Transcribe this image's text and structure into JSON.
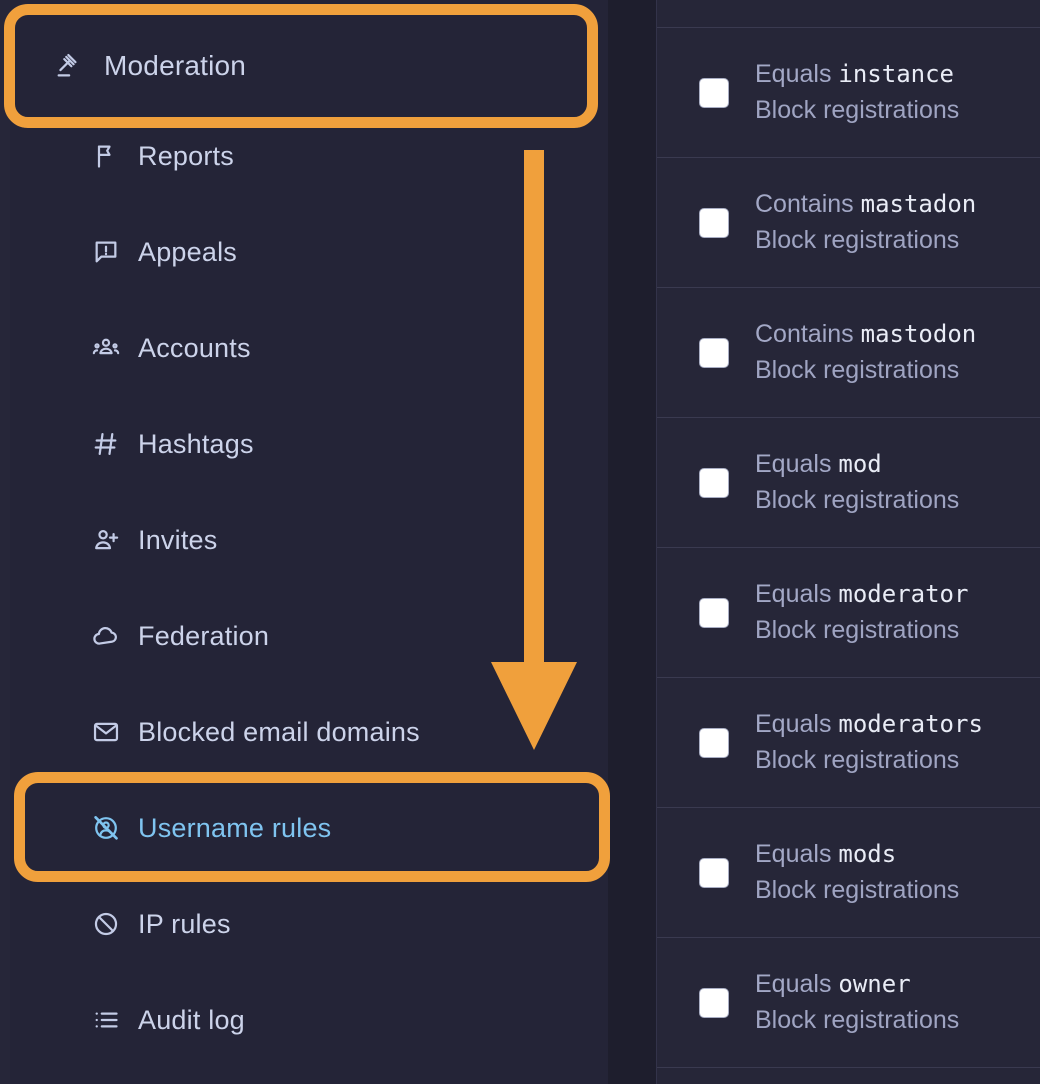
{
  "sidebar": {
    "header": {
      "label": "Moderation",
      "icon": "gavel-icon"
    },
    "items": [
      {
        "label": "Reports",
        "icon": "flag-icon"
      },
      {
        "label": "Appeals",
        "icon": "appeal-icon"
      },
      {
        "label": "Accounts",
        "icon": "group-icon"
      },
      {
        "label": "Hashtags",
        "icon": "hashtag-icon"
      },
      {
        "label": "Invites",
        "icon": "person-add-icon"
      },
      {
        "label": "Federation",
        "icon": "cloud-icon"
      },
      {
        "label": "Blocked email domains",
        "icon": "mail-icon"
      },
      {
        "label": "Username rules",
        "icon": "person-off-icon"
      },
      {
        "label": "IP rules",
        "icon": "block-icon"
      },
      {
        "label": "Audit log",
        "icon": "list-icon"
      }
    ],
    "active_label": "Username rules"
  },
  "annotations": {
    "color": "#f0a03c",
    "highlight_boxes": [
      "Moderation",
      "Username rules"
    ],
    "arrow": {
      "direction": "down",
      "from": "Moderation",
      "to": "Username rules"
    }
  },
  "content": {
    "rules": [
      {
        "match": "",
        "keyword": "",
        "action": "",
        "clipped": true
      },
      {
        "match": "Equals",
        "keyword": "instance",
        "action": "Block registrations"
      },
      {
        "match": "Contains",
        "keyword": "mastadon",
        "action": "Block registrations"
      },
      {
        "match": "Contains",
        "keyword": "mastodon",
        "action": "Block registrations"
      },
      {
        "match": "Equals",
        "keyword": "mod",
        "action": "Block registrations"
      },
      {
        "match": "Equals",
        "keyword": "moderator",
        "action": "Block registrations"
      },
      {
        "match": "Equals",
        "keyword": "moderators",
        "action": "Block registrations"
      },
      {
        "match": "Equals",
        "keyword": "mods",
        "action": "Block registrations"
      },
      {
        "match": "Equals",
        "keyword": "owner",
        "action": "Block registrations"
      }
    ]
  },
  "colors": {
    "sidebar_bg": "#242437",
    "content_bg": "#262638",
    "accent_active": "#7fc4f0",
    "annotation_orange": "#f0a03c",
    "text_primary": "#ccd3ea",
    "text_muted": "#a3a8c6"
  }
}
